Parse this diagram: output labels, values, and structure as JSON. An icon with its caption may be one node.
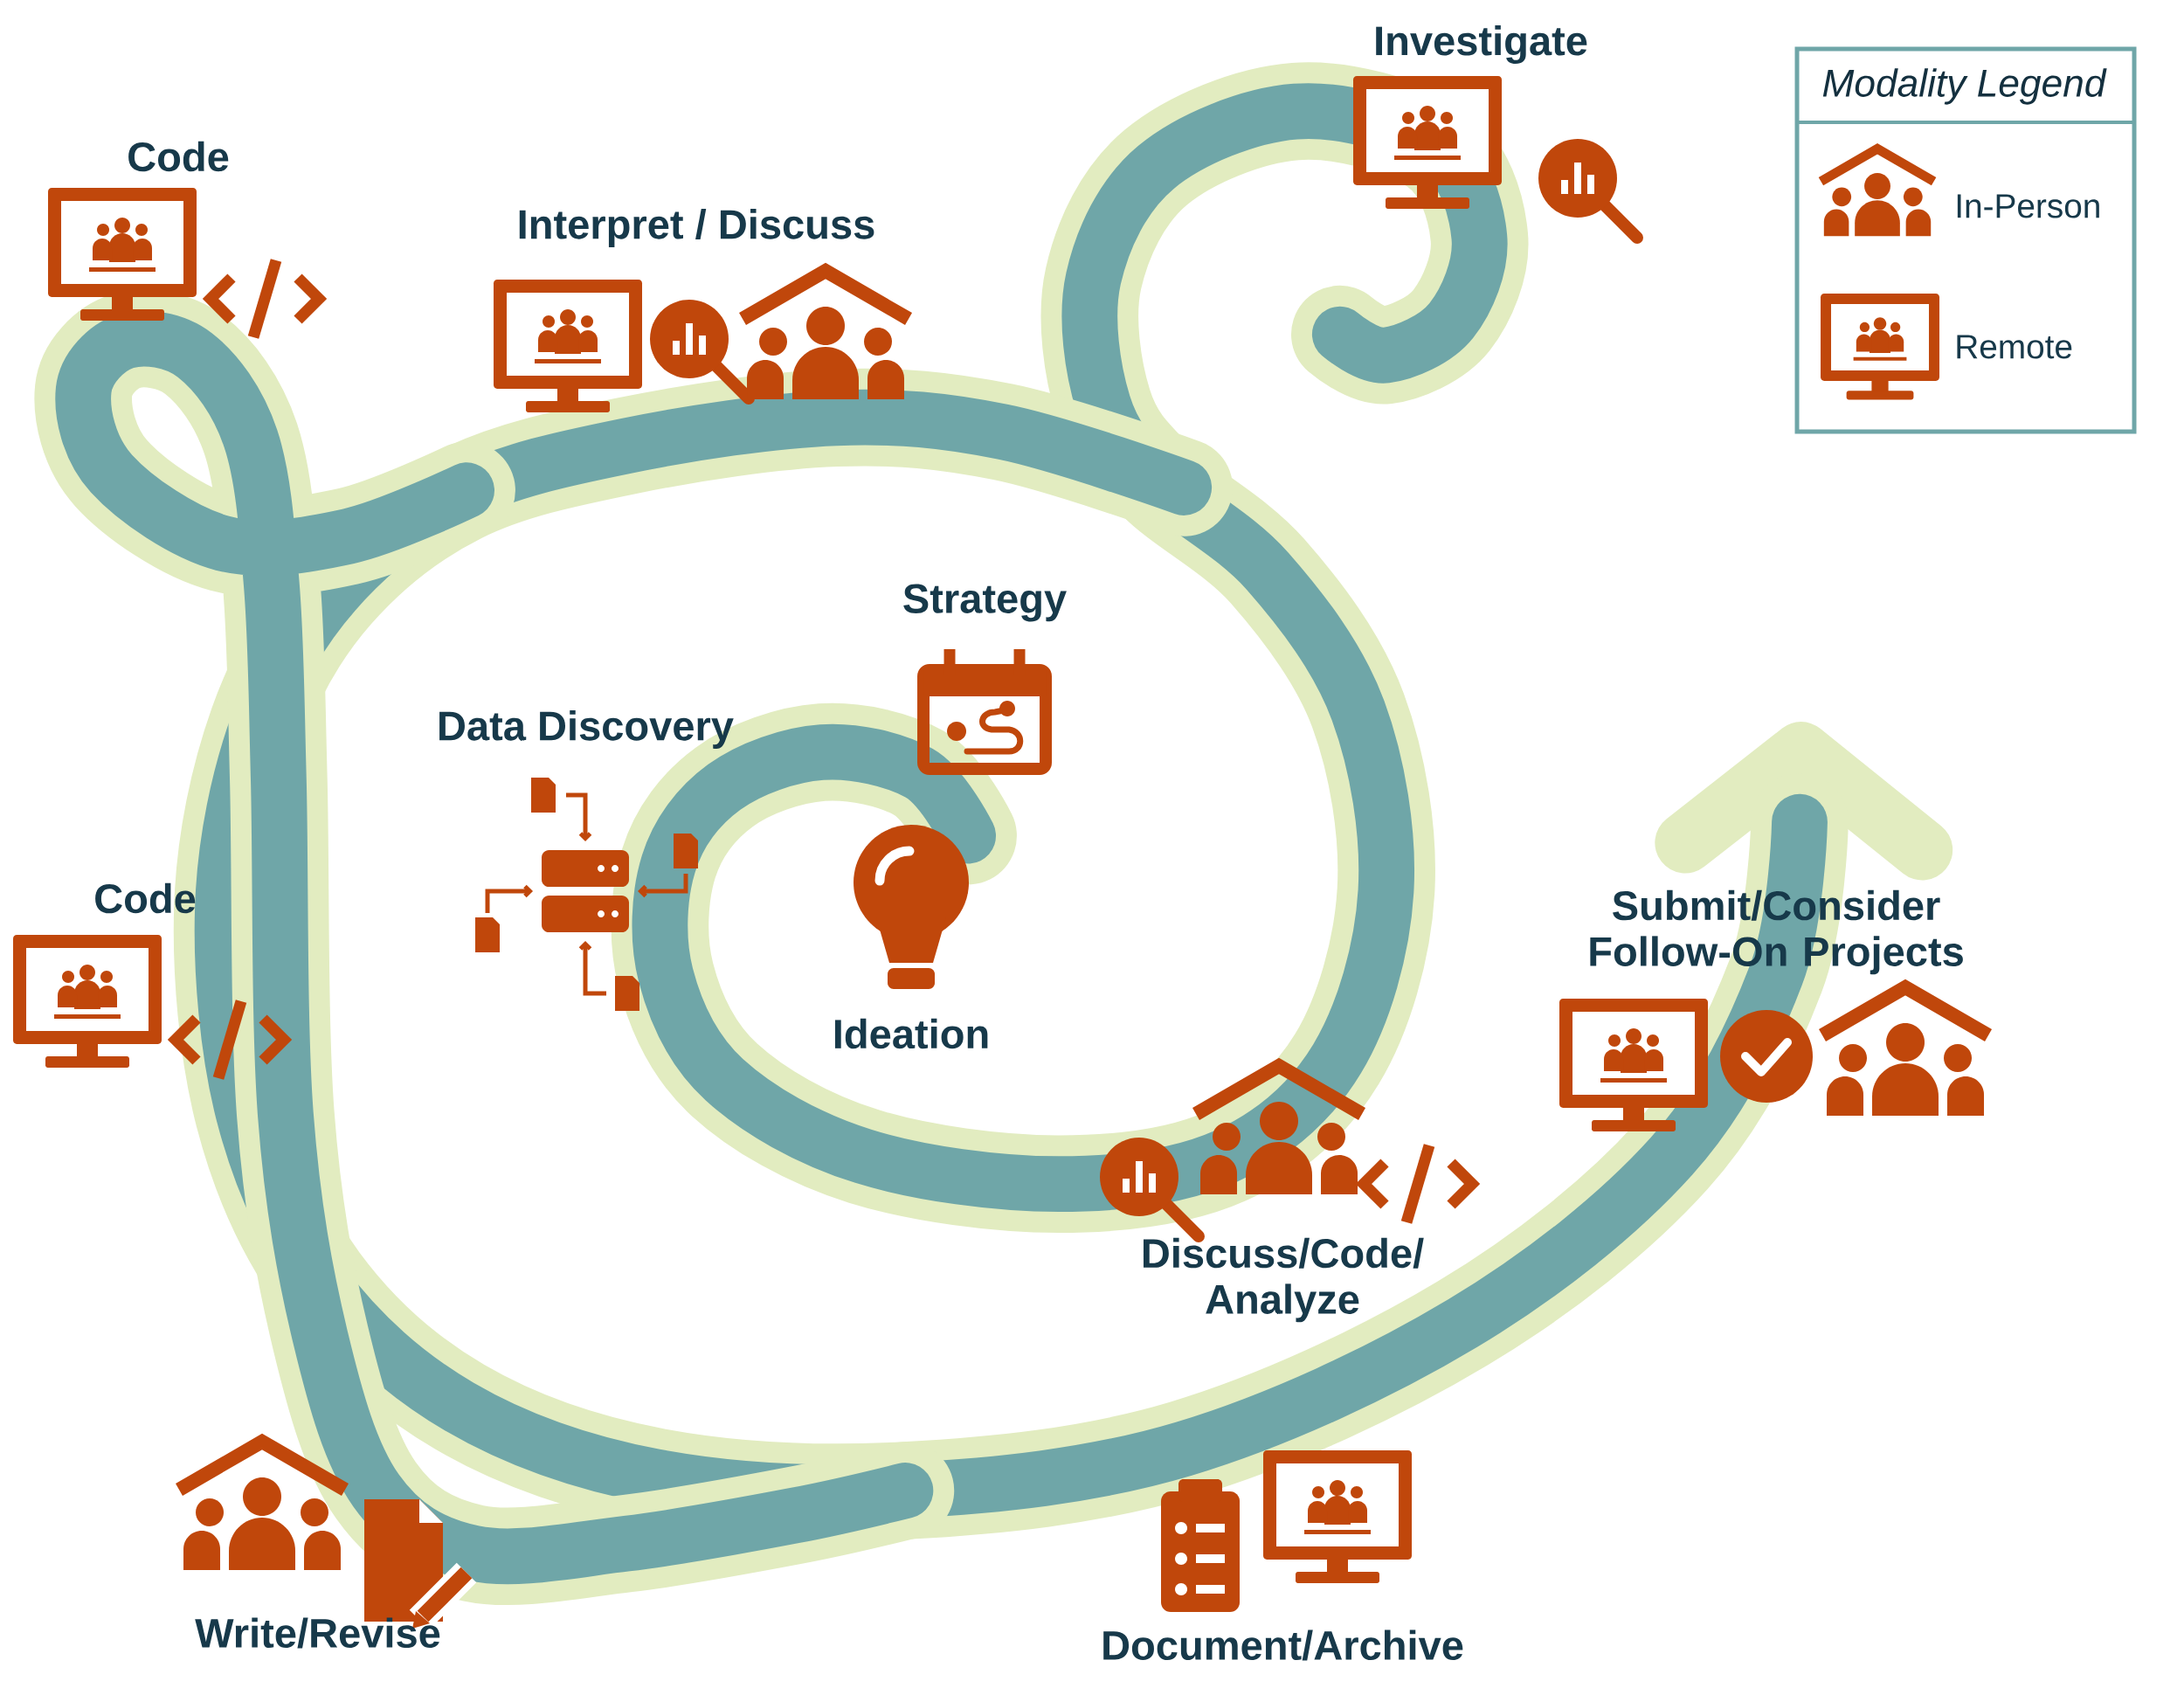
{
  "diagram": {
    "labels": [
      "Investigate",
      "Code",
      "Interpret / Discuss",
      "Strategy",
      "Data Discovery",
      "Code",
      "Submit/Consider Follow-On Projects",
      "Ideation",
      "Discuss/Code/ Analyze",
      "Write/Revise",
      "Document/Archive",
      "Modality Legend"
    ],
    "legend": [
      {
        "text": "In-Person"
      },
      {
        "text": "Remote"
      }
    ]
  }
}
